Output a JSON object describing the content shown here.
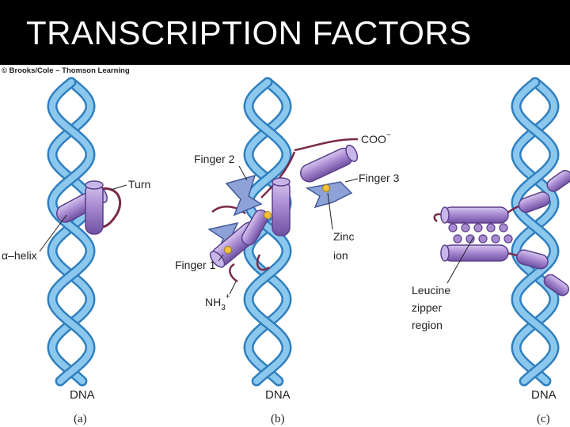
{
  "title": "TRANSCRIPTION FACTORS",
  "copyright": "© Brooks/Cole – Thomson Learning",
  "colors": {
    "dna": "#5aa8dc",
    "dna_dark": "#2f7fbf",
    "protein": "#a98bd2",
    "protein_dark": "#6a4c9c",
    "zinc": "#f2c23a",
    "loop": "#7a2a4a",
    "finger_blue": "#8ea2d8"
  },
  "panel_a": {
    "turn_label": "Turn",
    "helix_label": "α–helix",
    "dna_label": "DNA",
    "caption": "(a)"
  },
  "panel_b": {
    "coo_label": "COO",
    "coo_sup": "−",
    "finger2_label": "Finger 2",
    "finger3_label": "Finger 3",
    "finger1_label": "Finger 1",
    "zinc_label_1": "Zinc",
    "zinc_label_2": "ion",
    "nh3_label": "NH",
    "nh3_sub": "3",
    "nh3_sup": "+",
    "dna_label": "DNA",
    "caption": "(b)"
  },
  "panel_c": {
    "leucine_label_1": "Leucine",
    "leucine_label_2": "zipper",
    "leucine_label_3": "region",
    "dna_label": "DNA",
    "caption": "(c)"
  }
}
